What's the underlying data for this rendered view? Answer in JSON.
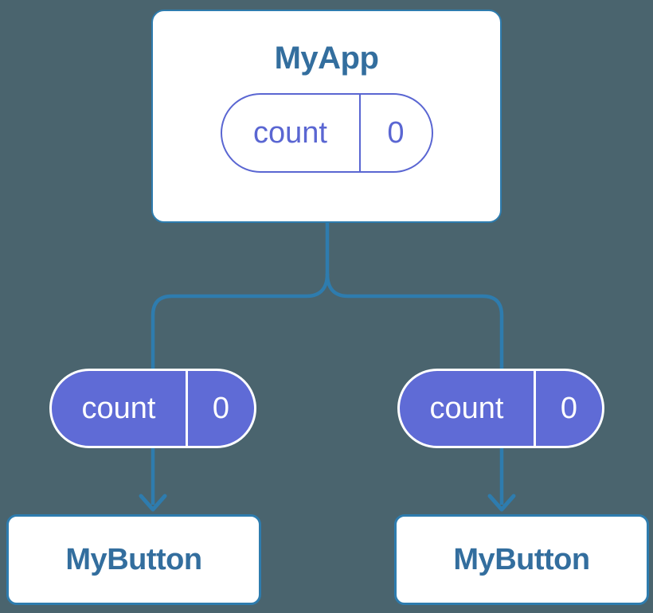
{
  "diagram": {
    "type": "component-tree",
    "background_color": "#4a646e",
    "connector_color": "#2e7cae",
    "accent_purple": "#5f6bd6",
    "node_text_color": "#336e9e",
    "parent": {
      "title": "MyApp",
      "state": {
        "name": "count",
        "value": "0"
      }
    },
    "children": [
      {
        "title": "MyButton",
        "state": {
          "name": "count",
          "value": "0"
        }
      },
      {
        "title": "MyButton",
        "state": {
          "name": "count",
          "value": "0"
        }
      }
    ]
  }
}
